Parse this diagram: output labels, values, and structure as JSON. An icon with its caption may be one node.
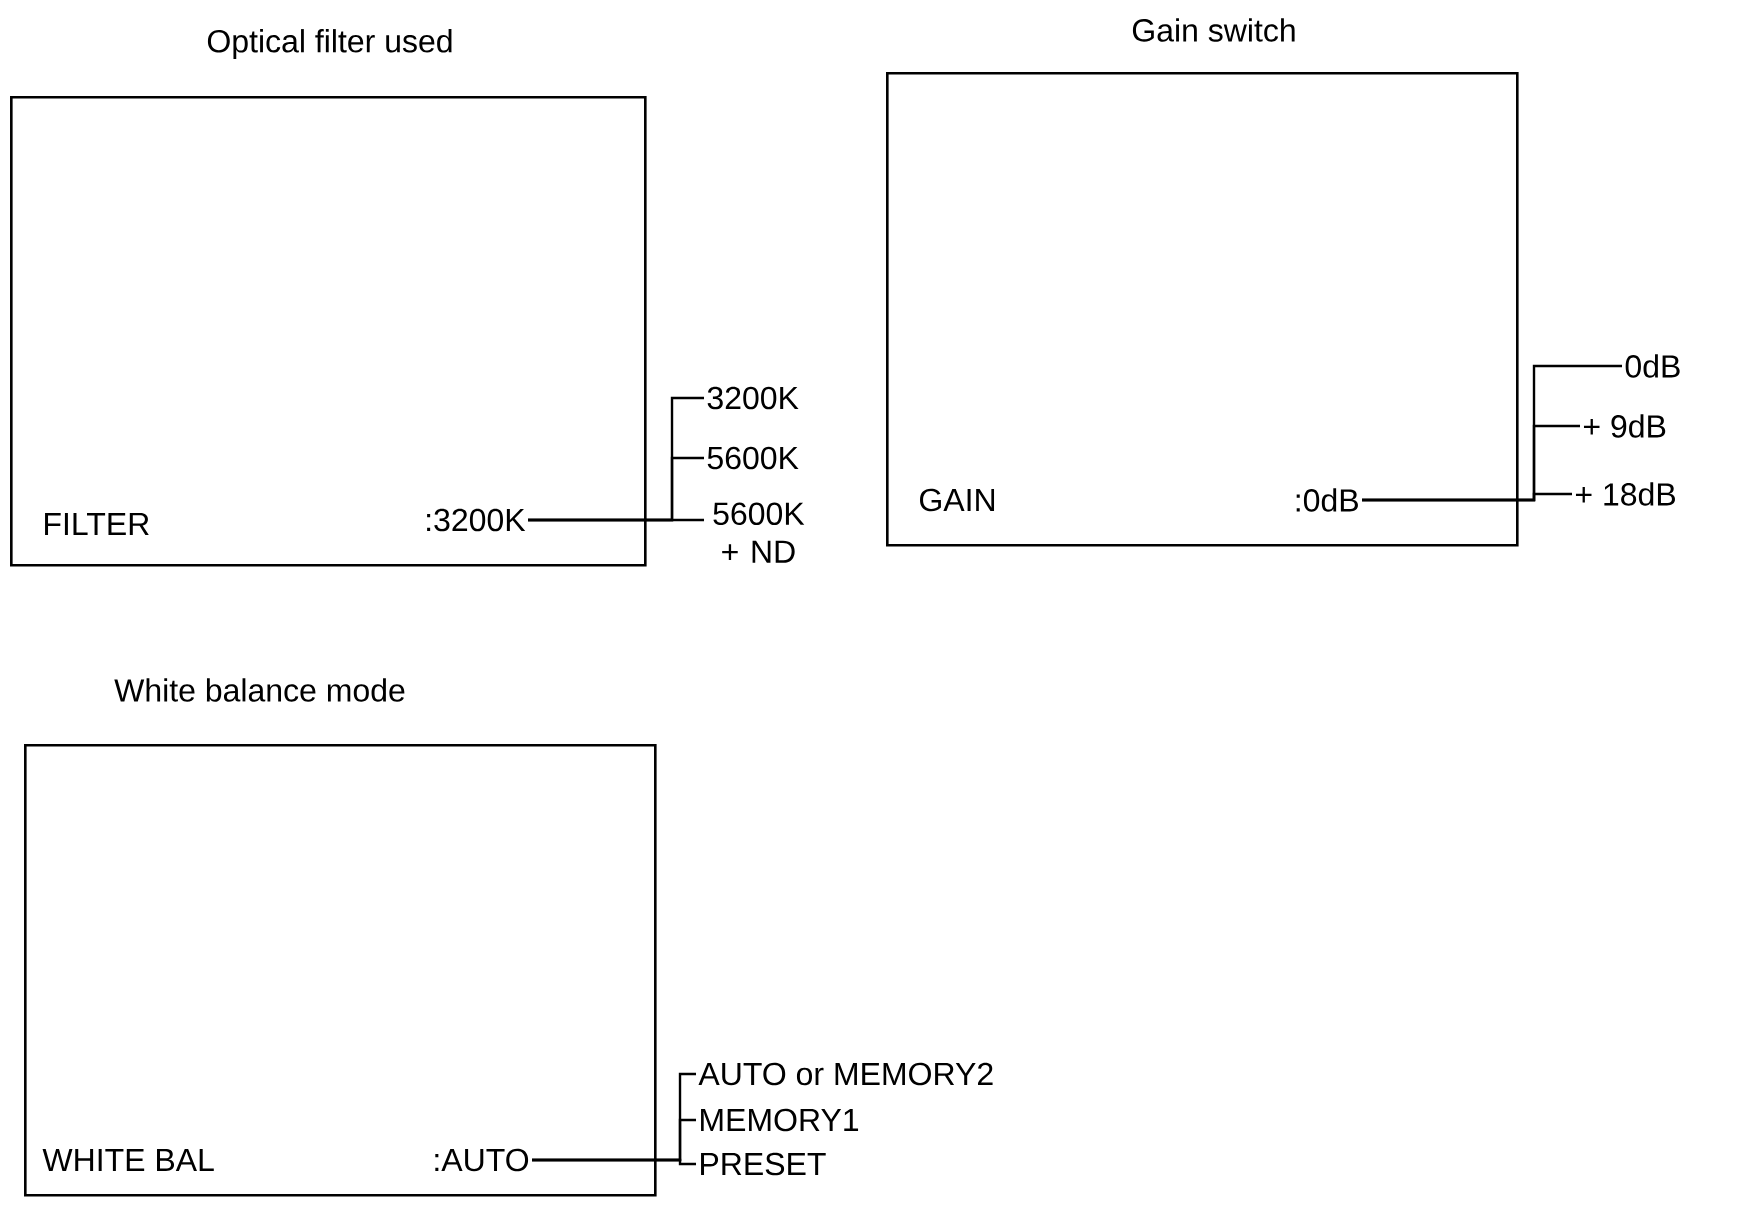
{
  "diagram": {
    "nodes": [
      {
        "text": [
          "Optical filter used",
          "FILTER"
        ]
      },
      {
        "text": [
          ":3200K"
        ],
        "in": 0
      },
      {
        "text": [
          "3200K"
        ]
      },
      {
        "text": [
          "5600K"
        ]
      },
      {
        "text": [
          "5600K + ND"
        ]
      },
      {
        "text": [
          "Gain switch",
          "GAIN"
        ]
      },
      {
        "text": [
          ":0dB"
        ],
        "in": 5
      },
      {
        "text": [
          "0dB"
        ]
      },
      {
        "text": [
          "+ 9dB"
        ]
      },
      {
        "text": [
          "+ 18dB"
        ]
      },
      {
        "text": [
          "White balance mode",
          "WHITE BAL"
        ]
      },
      {
        "text": [
          ":AUTO"
        ],
        "in": 10
      },
      {
        "text": [
          "AUTO or MEMORY2"
        ]
      },
      {
        "text": [
          "MEMORY1"
        ]
      },
      {
        "text": [
          "PRESET"
        ]
      }
    ],
    "edges": [
      {
        "from": 1,
        "to": 2,
        "arrow": "none"
      },
      {
        "from": 1,
        "to": 3,
        "arrow": "none"
      },
      {
        "from": 1,
        "to": 4,
        "arrow": "none"
      },
      {
        "from": 6,
        "to": 7,
        "arrow": "none"
      },
      {
        "from": 6,
        "to": 8,
        "arrow": "none"
      },
      {
        "from": 6,
        "to": 9,
        "arrow": "none"
      },
      {
        "from": 11,
        "to": 12,
        "arrow": "none"
      },
      {
        "from": 11,
        "to": 13,
        "arrow": "none"
      },
      {
        "from": 11,
        "to": 14,
        "arrow": "none"
      }
    ]
  }
}
